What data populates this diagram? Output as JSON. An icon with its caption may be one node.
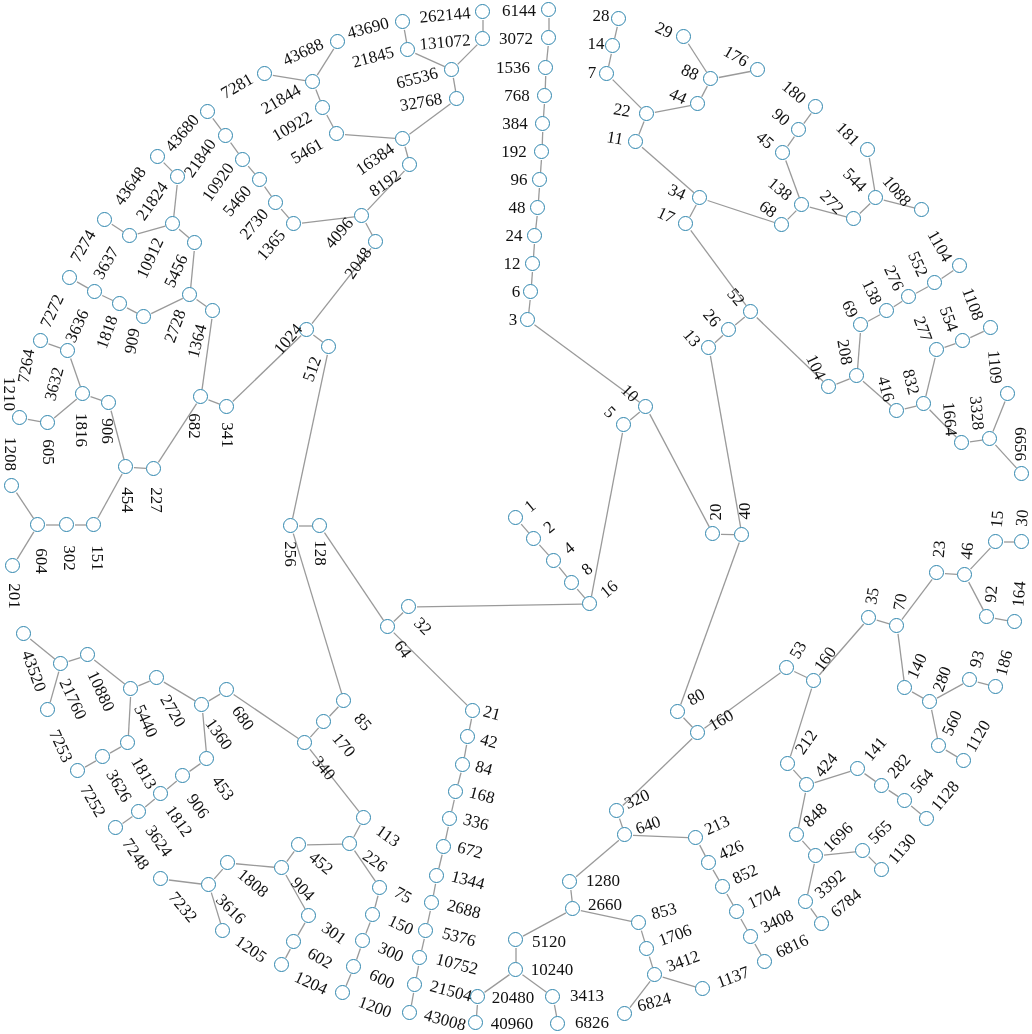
{
  "diagram": {
    "nodes": [
      {
        "text": [
          "1"
        ]
      },
      {
        "text": [
          "2"
        ]
      },
      {
        "text": [
          "4"
        ]
      },
      {
        "text": [
          "8"
        ]
      },
      {
        "text": [
          "16"
        ]
      },
      {
        "text": [
          "5"
        ]
      },
      {
        "text": [
          "10"
        ]
      },
      {
        "text": [
          "20"
        ]
      },
      {
        "text": [
          "40"
        ]
      },
      {
        "text": [
          "13"
        ]
      },
      {
        "text": [
          "26"
        ]
      },
      {
        "text": [
          "52"
        ]
      },
      {
        "text": [
          "17"
        ]
      },
      {
        "text": [
          "34"
        ]
      },
      {
        "text": [
          "11"
        ]
      },
      {
        "text": [
          "22"
        ]
      },
      {
        "text": [
          "7"
        ]
      },
      {
        "text": [
          "14"
        ]
      },
      {
        "text": [
          "28"
        ]
      },
      {
        "text": [
          "44"
        ]
      },
      {
        "text": [
          "88"
        ]
      },
      {
        "text": [
          "29"
        ]
      },
      {
        "text": [
          "176"
        ]
      },
      {
        "text": [
          "68"
        ]
      },
      {
        "text": [
          "138"
        ]
      },
      {
        "text": [
          "45"
        ]
      },
      {
        "text": [
          "90"
        ]
      },
      {
        "text": [
          "180"
        ]
      },
      {
        "text": [
          "272"
        ]
      },
      {
        "text": [
          "544"
        ]
      },
      {
        "text": [
          "181"
        ]
      },
      {
        "text": [
          "1088"
        ]
      },
      {
        "text": [
          "1104"
        ]
      },
      {
        "text": [
          "552"
        ]
      },
      {
        "text": [
          "276"
        ]
      },
      {
        "text": [
          "138"
        ]
      },
      {
        "text": [
          "69"
        ]
      },
      {
        "text": [
          "208"
        ]
      },
      {
        "text": [
          "104"
        ]
      },
      {
        "text": [
          "416"
        ]
      },
      {
        "text": [
          "832"
        ]
      },
      {
        "text": [
          "277"
        ]
      },
      {
        "text": [
          "554"
        ]
      },
      {
        "text": [
          "1108"
        ]
      },
      {
        "text": [
          "1109"
        ]
      },
      {
        "text": [
          "1664"
        ]
      },
      {
        "text": [
          "3328"
        ]
      },
      {
        "text": [
          "6656"
        ]
      },
      {
        "text": [
          "80"
        ]
      },
      {
        "text": [
          "160"
        ]
      },
      {
        "text": [
          "53"
        ]
      },
      {
        "text": [
          "160"
        ]
      },
      {
        "text": [
          "35"
        ]
      },
      {
        "text": [
          "70"
        ]
      },
      {
        "text": [
          "23"
        ]
      },
      {
        "text": [
          "46"
        ]
      },
      {
        "text": [
          "15"
        ]
      },
      {
        "text": [
          "30"
        ]
      },
      {
        "text": [
          "92"
        ]
      },
      {
        "text": [
          "164"
        ]
      },
      {
        "text": [
          "140"
        ]
      },
      {
        "text": [
          "280"
        ]
      },
      {
        "text": [
          "93"
        ]
      },
      {
        "text": [
          "186"
        ]
      },
      {
        "text": [
          "560"
        ]
      },
      {
        "text": [
          "1120"
        ]
      },
      {
        "text": [
          "212"
        ]
      },
      {
        "text": [
          "424"
        ]
      },
      {
        "text": [
          "141"
        ]
      },
      {
        "text": [
          "282"
        ]
      },
      {
        "text": [
          "564"
        ]
      },
      {
        "text": [
          "1128"
        ]
      },
      {
        "text": [
          "848"
        ]
      },
      {
        "text": [
          "1696"
        ]
      },
      {
        "text": [
          "565"
        ]
      },
      {
        "text": [
          "1130"
        ]
      },
      {
        "text": [
          "3392"
        ]
      },
      {
        "text": [
          "6784"
        ]
      },
      {
        "text": [
          "320"
        ]
      },
      {
        "text": [
          "640"
        ]
      },
      {
        "text": [
          "213"
        ]
      },
      {
        "text": [
          "426"
        ]
      },
      {
        "text": [
          "852"
        ]
      },
      {
        "text": [
          "1704"
        ]
      },
      {
        "text": [
          "3408"
        ]
      },
      {
        "text": [
          "6816"
        ]
      },
      {
        "text": [
          "1280"
        ]
      },
      {
        "text": [
          "2660"
        ]
      },
      {
        "text": [
          "853"
        ]
      },
      {
        "text": [
          "1706"
        ]
      },
      {
        "text": [
          "3412"
        ]
      },
      {
        "text": [
          "6824"
        ]
      },
      {
        "text": [
          "1137"
        ]
      },
      {
        "text": [
          "5120"
        ]
      },
      {
        "text": [
          "10240"
        ]
      },
      {
        "text": [
          "3413"
        ]
      },
      {
        "text": [
          "6826"
        ]
      },
      {
        "text": [
          "20480"
        ]
      },
      {
        "text": [
          "40960"
        ]
      },
      {
        "text": [
          "32"
        ]
      },
      {
        "text": [
          "64"
        ]
      },
      {
        "text": [
          "128"
        ]
      },
      {
        "text": [
          "256"
        ]
      },
      {
        "text": [
          "21"
        ]
      },
      {
        "text": [
          "42"
        ]
      },
      {
        "text": [
          "84"
        ]
      },
      {
        "text": [
          "168"
        ]
      },
      {
        "text": [
          "336"
        ]
      },
      {
        "text": [
          "672"
        ]
      },
      {
        "text": [
          "1344"
        ]
      },
      {
        "text": [
          "2688"
        ]
      },
      {
        "text": [
          "5376"
        ]
      },
      {
        "text": [
          "10752"
        ]
      },
      {
        "text": [
          "21504"
        ]
      },
      {
        "text": [
          "43008"
        ]
      },
      {
        "text": [
          "512"
        ]
      },
      {
        "text": [
          "1024"
        ]
      },
      {
        "text": [
          "2048"
        ]
      },
      {
        "text": [
          "4096"
        ]
      },
      {
        "text": [
          "1365"
        ]
      },
      {
        "text": [
          "2730"
        ]
      },
      {
        "text": [
          "5460"
        ]
      },
      {
        "text": [
          "10920"
        ]
      },
      {
        "text": [
          "21840"
        ]
      },
      {
        "text": [
          "43680"
        ]
      },
      {
        "text": [
          "8192"
        ]
      },
      {
        "text": [
          "16384"
        ]
      },
      {
        "text": [
          "5461"
        ]
      },
      {
        "text": [
          "10922"
        ]
      },
      {
        "text": [
          "21844"
        ]
      },
      {
        "text": [
          "7281"
        ]
      },
      {
        "text": [
          "43688"
        ]
      },
      {
        "text": [
          "43690"
        ]
      },
      {
        "text": [
          "21845"
        ]
      },
      {
        "text": [
          "65536"
        ]
      },
      {
        "text": [
          "32768"
        ]
      },
      {
        "text": [
          "262144"
        ]
      },
      {
        "text": [
          "131072"
        ]
      },
      {
        "text": [
          "6144"
        ]
      },
      {
        "text": [
          "3072"
        ]
      },
      {
        "text": [
          "1536"
        ]
      },
      {
        "text": [
          "768"
        ]
      },
      {
        "text": [
          "384"
        ]
      },
      {
        "text": [
          "192"
        ]
      },
      {
        "text": [
          "96"
        ]
      },
      {
        "text": [
          "48"
        ]
      },
      {
        "text": [
          "24"
        ]
      },
      {
        "text": [
          "12"
        ]
      },
      {
        "text": [
          "6"
        ]
      },
      {
        "text": [
          "3"
        ]
      },
      {
        "text": [
          "43648"
        ]
      },
      {
        "text": [
          "21824"
        ]
      },
      {
        "text": [
          "10912"
        ]
      },
      {
        "text": [
          "3637"
        ]
      },
      {
        "text": [
          "7274"
        ]
      },
      {
        "text": [
          "5456"
        ]
      },
      {
        "text": [
          "2728"
        ]
      },
      {
        "text": [
          "909"
        ]
      },
      {
        "text": [
          "1818"
        ]
      },
      {
        "text": [
          "3636"
        ]
      },
      {
        "text": [
          "7272"
        ]
      },
      {
        "text": [
          "1364"
        ]
      },
      {
        "text": [
          "7264"
        ]
      },
      {
        "text": [
          "3632"
        ]
      },
      {
        "text": [
          "1816"
        ]
      },
      {
        "text": [
          "605"
        ]
      },
      {
        "text": [
          "1210"
        ]
      },
      {
        "text": [
          "906"
        ]
      },
      {
        "text": [
          "454"
        ]
      },
      {
        "text": [
          "227"
        ]
      },
      {
        "text": [
          "682"
        ]
      },
      {
        "text": [
          "341"
        ]
      },
      {
        "text": [
          "151"
        ]
      },
      {
        "text": [
          "302"
        ]
      },
      {
        "text": [
          "604"
        ]
      },
      {
        "text": [
          "1208"
        ]
      },
      {
        "text": [
          "201"
        ]
      },
      {
        "text": [
          "43520"
        ]
      },
      {
        "text": [
          "21760"
        ]
      },
      {
        "text": [
          "10880"
        ]
      },
      {
        "text": [
          "7253"
        ]
      },
      {
        "text": [
          "5440"
        ]
      },
      {
        "text": [
          "2720"
        ]
      },
      {
        "text": [
          "1360"
        ]
      },
      {
        "text": [
          "680"
        ]
      },
      {
        "text": [
          "340"
        ]
      },
      {
        "text": [
          "170"
        ]
      },
      {
        "text": [
          "85"
        ]
      },
      {
        "text": [
          "453"
        ]
      },
      {
        "text": [
          "906"
        ]
      },
      {
        "text": [
          "1812"
        ]
      },
      {
        "text": [
          "3624"
        ]
      },
      {
        "text": [
          "1813"
        ]
      },
      {
        "text": [
          "3626"
        ]
      },
      {
        "text": [
          "7252"
        ]
      },
      {
        "text": [
          "7248"
        ]
      },
      {
        "text": [
          "7232"
        ]
      },
      {
        "text": [
          "3616"
        ]
      },
      {
        "text": [
          "1808"
        ]
      },
      {
        "text": [
          "1205"
        ]
      },
      {
        "text": [
          "904"
        ]
      },
      {
        "text": [
          "452"
        ]
      },
      {
        "text": [
          "301"
        ]
      },
      {
        "text": [
          "602"
        ]
      },
      {
        "text": [
          "1204"
        ]
      },
      {
        "text": [
          "113"
        ]
      },
      {
        "text": [
          "226"
        ]
      },
      {
        "text": [
          "75"
        ]
      },
      {
        "text": [
          "150"
        ]
      },
      {
        "text": [
          "300"
        ]
      },
      {
        "text": [
          "600"
        ]
      },
      {
        "text": [
          "1200"
        ]
      }
    ],
    "edges": [
      {
        "from": 0,
        "to": 1,
        "arrow": "none"
      },
      {
        "from": 1,
        "to": 2,
        "arrow": "none"
      },
      {
        "from": 2,
        "to": 3,
        "arrow": "none"
      },
      {
        "from": 3,
        "to": 4,
        "arrow": "none"
      },
      {
        "from": 4,
        "to": 5,
        "arrow": "none"
      },
      {
        "from": 5,
        "to": 6,
        "arrow": "none"
      },
      {
        "from": 6,
        "to": 7,
        "arrow": "none"
      },
      {
        "from": 7,
        "to": 8,
        "arrow": "none"
      },
      {
        "from": 8,
        "to": 9,
        "arrow": "none"
      },
      {
        "from": 9,
        "to": 10,
        "arrow": "none"
      },
      {
        "from": 10,
        "to": 11,
        "arrow": "none"
      },
      {
        "from": 11,
        "to": 12,
        "arrow": "none"
      },
      {
        "from": 12,
        "to": 13,
        "arrow": "none"
      },
      {
        "from": 13,
        "to": 14,
        "arrow": "none"
      },
      {
        "from": 14,
        "to": 15,
        "arrow": "none"
      },
      {
        "from": 15,
        "to": 16,
        "arrow": "none"
      },
      {
        "from": 16,
        "to": 17,
        "arrow": "none"
      },
      {
        "from": 17,
        "to": 18,
        "arrow": "none"
      },
      {
        "from": 15,
        "to": 19,
        "arrow": "none"
      },
      {
        "from": 19,
        "to": 20,
        "arrow": "none"
      },
      {
        "from": 20,
        "to": 21,
        "arrow": "none"
      },
      {
        "from": 20,
        "to": 22,
        "arrow": "none"
      },
      {
        "from": 13,
        "to": 23,
        "arrow": "none"
      },
      {
        "from": 23,
        "to": 24,
        "arrow": "none"
      },
      {
        "from": 24,
        "to": 25,
        "arrow": "none"
      },
      {
        "from": 25,
        "to": 26,
        "arrow": "none"
      },
      {
        "from": 26,
        "to": 27,
        "arrow": "none"
      },
      {
        "from": 24,
        "to": 28,
        "arrow": "none"
      },
      {
        "from": 28,
        "to": 29,
        "arrow": "none"
      },
      {
        "from": 29,
        "to": 30,
        "arrow": "none"
      },
      {
        "from": 29,
        "to": 31,
        "arrow": "none"
      },
      {
        "from": 11,
        "to": 38,
        "arrow": "none"
      },
      {
        "from": 38,
        "to": 37,
        "arrow": "none"
      },
      {
        "from": 37,
        "to": 36,
        "arrow": "none"
      },
      {
        "from": 36,
        "to": 35,
        "arrow": "none"
      },
      {
        "from": 35,
        "to": 34,
        "arrow": "none"
      },
      {
        "from": 34,
        "to": 33,
        "arrow": "none"
      },
      {
        "from": 33,
        "to": 32,
        "arrow": "none"
      },
      {
        "from": 37,
        "to": 39,
        "arrow": "none"
      },
      {
        "from": 39,
        "to": 40,
        "arrow": "none"
      },
      {
        "from": 40,
        "to": 41,
        "arrow": "none"
      },
      {
        "from": 41,
        "to": 42,
        "arrow": "none"
      },
      {
        "from": 42,
        "to": 43,
        "arrow": "none"
      },
      {
        "from": 40,
        "to": 45,
        "arrow": "none"
      },
      {
        "from": 45,
        "to": 46,
        "arrow": "none"
      },
      {
        "from": 46,
        "to": 44,
        "arrow": "none"
      },
      {
        "from": 46,
        "to": 47,
        "arrow": "none"
      },
      {
        "from": 8,
        "to": 48,
        "arrow": "none"
      },
      {
        "from": 48,
        "to": 49,
        "arrow": "none"
      },
      {
        "from": 49,
        "to": 50,
        "arrow": "none"
      },
      {
        "from": 50,
        "to": 51,
        "arrow": "none"
      },
      {
        "from": 51,
        "to": 52,
        "arrow": "none"
      },
      {
        "from": 52,
        "to": 53,
        "arrow": "none"
      },
      {
        "from": 53,
        "to": 54,
        "arrow": "none"
      },
      {
        "from": 54,
        "to": 55,
        "arrow": "none"
      },
      {
        "from": 55,
        "to": 56,
        "arrow": "none"
      },
      {
        "from": 56,
        "to": 57,
        "arrow": "none"
      },
      {
        "from": 55,
        "to": 58,
        "arrow": "none"
      },
      {
        "from": 58,
        "to": 59,
        "arrow": "none"
      },
      {
        "from": 53,
        "to": 60,
        "arrow": "none"
      },
      {
        "from": 60,
        "to": 61,
        "arrow": "none"
      },
      {
        "from": 61,
        "to": 62,
        "arrow": "none"
      },
      {
        "from": 62,
        "to": 63,
        "arrow": "none"
      },
      {
        "from": 61,
        "to": 64,
        "arrow": "none"
      },
      {
        "from": 64,
        "to": 65,
        "arrow": "none"
      },
      {
        "from": 51,
        "to": 66,
        "arrow": "none"
      },
      {
        "from": 66,
        "to": 67,
        "arrow": "none"
      },
      {
        "from": 67,
        "to": 68,
        "arrow": "none"
      },
      {
        "from": 68,
        "to": 69,
        "arrow": "none"
      },
      {
        "from": 69,
        "to": 70,
        "arrow": "none"
      },
      {
        "from": 70,
        "to": 71,
        "arrow": "none"
      },
      {
        "from": 67,
        "to": 72,
        "arrow": "none"
      },
      {
        "from": 72,
        "to": 73,
        "arrow": "none"
      },
      {
        "from": 73,
        "to": 74,
        "arrow": "none"
      },
      {
        "from": 74,
        "to": 75,
        "arrow": "none"
      },
      {
        "from": 73,
        "to": 76,
        "arrow": "none"
      },
      {
        "from": 76,
        "to": 77,
        "arrow": "none"
      },
      {
        "from": 49,
        "to": 78,
        "arrow": "none"
      },
      {
        "from": 78,
        "to": 79,
        "arrow": "none"
      },
      {
        "from": 79,
        "to": 80,
        "arrow": "none"
      },
      {
        "from": 80,
        "to": 81,
        "arrow": "none"
      },
      {
        "from": 81,
        "to": 82,
        "arrow": "none"
      },
      {
        "from": 82,
        "to": 83,
        "arrow": "none"
      },
      {
        "from": 83,
        "to": 84,
        "arrow": "none"
      },
      {
        "from": 84,
        "to": 85,
        "arrow": "none"
      },
      {
        "from": 79,
        "to": 86,
        "arrow": "none"
      },
      {
        "from": 86,
        "to": 87,
        "arrow": "none"
      },
      {
        "from": 87,
        "to": 88,
        "arrow": "none"
      },
      {
        "from": 88,
        "to": 89,
        "arrow": "none"
      },
      {
        "from": 89,
        "to": 90,
        "arrow": "none"
      },
      {
        "from": 90,
        "to": 91,
        "arrow": "none"
      },
      {
        "from": 90,
        "to": 92,
        "arrow": "none"
      },
      {
        "from": 87,
        "to": 93,
        "arrow": "none"
      },
      {
        "from": 93,
        "to": 94,
        "arrow": "none"
      },
      {
        "from": 94,
        "to": 95,
        "arrow": "none"
      },
      {
        "from": 95,
        "to": 96,
        "arrow": "none"
      },
      {
        "from": 94,
        "to": 97,
        "arrow": "none"
      },
      {
        "from": 97,
        "to": 98,
        "arrow": "none"
      },
      {
        "from": 4,
        "to": 99,
        "arrow": "none"
      },
      {
        "from": 99,
        "to": 100,
        "arrow": "none"
      },
      {
        "from": 100,
        "to": 101,
        "arrow": "none"
      },
      {
        "from": 101,
        "to": 102,
        "arrow": "none"
      },
      {
        "from": 100,
        "to": 103,
        "arrow": "none"
      },
      {
        "from": 103,
        "to": 104,
        "arrow": "none"
      },
      {
        "from": 104,
        "to": 105,
        "arrow": "none"
      },
      {
        "from": 105,
        "to": 106,
        "arrow": "none"
      },
      {
        "from": 106,
        "to": 107,
        "arrow": "none"
      },
      {
        "from": 107,
        "to": 108,
        "arrow": "none"
      },
      {
        "from": 108,
        "to": 109,
        "arrow": "none"
      },
      {
        "from": 109,
        "to": 110,
        "arrow": "none"
      },
      {
        "from": 110,
        "to": 111,
        "arrow": "none"
      },
      {
        "from": 111,
        "to": 112,
        "arrow": "none"
      },
      {
        "from": 112,
        "to": 113,
        "arrow": "none"
      },
      {
        "from": 113,
        "to": 114,
        "arrow": "none"
      },
      {
        "from": 102,
        "to": 115,
        "arrow": "none"
      },
      {
        "from": 115,
        "to": 116,
        "arrow": "none"
      },
      {
        "from": 116,
        "to": 117,
        "arrow": "none"
      },
      {
        "from": 117,
        "to": 118,
        "arrow": "none"
      },
      {
        "from": 118,
        "to": 119,
        "arrow": "none"
      },
      {
        "from": 119,
        "to": 120,
        "arrow": "none"
      },
      {
        "from": 120,
        "to": 121,
        "arrow": "none"
      },
      {
        "from": 121,
        "to": 122,
        "arrow": "none"
      },
      {
        "from": 122,
        "to": 123,
        "arrow": "none"
      },
      {
        "from": 123,
        "to": 124,
        "arrow": "none"
      },
      {
        "from": 118,
        "to": 125,
        "arrow": "none"
      },
      {
        "from": 125,
        "to": 126,
        "arrow": "none"
      },
      {
        "from": 126,
        "to": 127,
        "arrow": "none"
      },
      {
        "from": 127,
        "to": 128,
        "arrow": "none"
      },
      {
        "from": 128,
        "to": 129,
        "arrow": "none"
      },
      {
        "from": 129,
        "to": 130,
        "arrow": "none"
      },
      {
        "from": 129,
        "to": 131,
        "arrow": "none"
      },
      {
        "from": 126,
        "to": 135,
        "arrow": "none"
      },
      {
        "from": 135,
        "to": 134,
        "arrow": "none"
      },
      {
        "from": 134,
        "to": 133,
        "arrow": "none"
      },
      {
        "from": 133,
        "to": 132,
        "arrow": "none"
      },
      {
        "from": 134,
        "to": 137,
        "arrow": "none"
      },
      {
        "from": 137,
        "to": 136,
        "arrow": "none"
      },
      {
        "from": 149,
        "to": 6,
        "arrow": "none"
      },
      {
        "from": 149,
        "to": 148,
        "arrow": "none"
      },
      {
        "from": 148,
        "to": 147,
        "arrow": "none"
      },
      {
        "from": 147,
        "to": 146,
        "arrow": "none"
      },
      {
        "from": 146,
        "to": 145,
        "arrow": "none"
      },
      {
        "from": 145,
        "to": 144,
        "arrow": "none"
      },
      {
        "from": 144,
        "to": 143,
        "arrow": "none"
      },
      {
        "from": 143,
        "to": 142,
        "arrow": "none"
      },
      {
        "from": 142,
        "to": 141,
        "arrow": "none"
      },
      {
        "from": 141,
        "to": 140,
        "arrow": "none"
      },
      {
        "from": 140,
        "to": 139,
        "arrow": "none"
      },
      {
        "from": 139,
        "to": 138,
        "arrow": "none"
      },
      {
        "from": 116,
        "to": 171,
        "arrow": "none"
      },
      {
        "from": 171,
        "to": 170,
        "arrow": "none"
      },
      {
        "from": 170,
        "to": 161,
        "arrow": "none"
      },
      {
        "from": 161,
        "to": 156,
        "arrow": "none"
      },
      {
        "from": 156,
        "to": 155,
        "arrow": "none"
      },
      {
        "from": 155,
        "to": 152,
        "arrow": "none"
      },
      {
        "from": 152,
        "to": 151,
        "arrow": "none"
      },
      {
        "from": 151,
        "to": 150,
        "arrow": "none"
      },
      {
        "from": 152,
        "to": 153,
        "arrow": "none"
      },
      {
        "from": 153,
        "to": 154,
        "arrow": "none"
      },
      {
        "from": 156,
        "to": 157,
        "arrow": "none"
      },
      {
        "from": 157,
        "to": 158,
        "arrow": "none"
      },
      {
        "from": 158,
        "to": 159,
        "arrow": "none"
      },
      {
        "from": 159,
        "to": 160,
        "arrow": "none"
      },
      {
        "from": 170,
        "to": 169,
        "arrow": "none"
      },
      {
        "from": 169,
        "to": 168,
        "arrow": "none"
      },
      {
        "from": 168,
        "to": 167,
        "arrow": "none"
      },
      {
        "from": 167,
        "to": 164,
        "arrow": "none"
      },
      {
        "from": 164,
        "to": 163,
        "arrow": "none"
      },
      {
        "from": 163,
        "to": 162,
        "arrow": "none"
      },
      {
        "from": 164,
        "to": 165,
        "arrow": "none"
      },
      {
        "from": 165,
        "to": 166,
        "arrow": "none"
      },
      {
        "from": 168,
        "to": 172,
        "arrow": "none"
      },
      {
        "from": 172,
        "to": 173,
        "arrow": "none"
      },
      {
        "from": 173,
        "to": 174,
        "arrow": "none"
      },
      {
        "from": 174,
        "to": 175,
        "arrow": "none"
      },
      {
        "from": 174,
        "to": 176,
        "arrow": "none"
      },
      {
        "from": 102,
        "to": 187,
        "arrow": "none"
      },
      {
        "from": 187,
        "to": 186,
        "arrow": "none"
      },
      {
        "from": 186,
        "to": 185,
        "arrow": "none"
      },
      {
        "from": 185,
        "to": 184,
        "arrow": "none"
      },
      {
        "from": 184,
        "to": 183,
        "arrow": "none"
      },
      {
        "from": 183,
        "to": 182,
        "arrow": "none"
      },
      {
        "from": 182,
        "to": 181,
        "arrow": "none"
      },
      {
        "from": 181,
        "to": 179,
        "arrow": "none"
      },
      {
        "from": 179,
        "to": 178,
        "arrow": "none"
      },
      {
        "from": 178,
        "to": 177,
        "arrow": "none"
      },
      {
        "from": 178,
        "to": 180,
        "arrow": "none"
      },
      {
        "from": 183,
        "to": 188,
        "arrow": "none"
      },
      {
        "from": 188,
        "to": 189,
        "arrow": "none"
      },
      {
        "from": 189,
        "to": 190,
        "arrow": "none"
      },
      {
        "from": 190,
        "to": 191,
        "arrow": "none"
      },
      {
        "from": 191,
        "to": 195,
        "arrow": "none"
      },
      {
        "from": 181,
        "to": 192,
        "arrow": "none"
      },
      {
        "from": 192,
        "to": 193,
        "arrow": "none"
      },
      {
        "from": 193,
        "to": 194,
        "arrow": "none"
      },
      {
        "from": 185,
        "to": 205,
        "arrow": "none"
      },
      {
        "from": 205,
        "to": 206,
        "arrow": "none"
      },
      {
        "from": 206,
        "to": 201,
        "arrow": "none"
      },
      {
        "from": 201,
        "to": 200,
        "arrow": "none"
      },
      {
        "from": 200,
        "to": 198,
        "arrow": "none"
      },
      {
        "from": 198,
        "to": 197,
        "arrow": "none"
      },
      {
        "from": 197,
        "to": 196,
        "arrow": "none"
      },
      {
        "from": 197,
        "to": 199,
        "arrow": "none"
      },
      {
        "from": 200,
        "to": 202,
        "arrow": "none"
      },
      {
        "from": 202,
        "to": 203,
        "arrow": "none"
      },
      {
        "from": 203,
        "to": 204,
        "arrow": "none"
      },
      {
        "from": 206,
        "to": 207,
        "arrow": "none"
      },
      {
        "from": 207,
        "to": 208,
        "arrow": "none"
      },
      {
        "from": 208,
        "to": 209,
        "arrow": "none"
      },
      {
        "from": 209,
        "to": 210,
        "arrow": "none"
      },
      {
        "from": 210,
        "to": 211,
        "arrow": "none"
      }
    ]
  }
}
